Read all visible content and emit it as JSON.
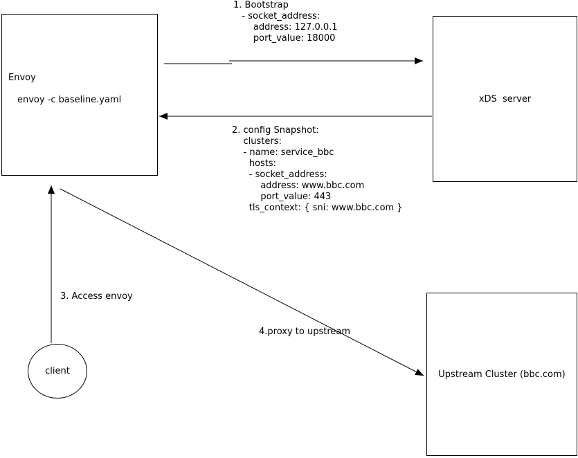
{
  "diagram": {
    "background_color": "#ffffff",
    "stroke_color": "#000000",
    "nodes": {
      "envoy": {
        "title": "Envoy",
        "command": "envoy -c baseline.yaml"
      },
      "xds_server": {
        "label": "xDS  server"
      },
      "upstream_cluster": {
        "label": "Upstream Cluster (bbc.com)"
      },
      "client": {
        "label": "client"
      }
    },
    "annotations": {
      "bootstrap": {
        "lines": [
          "1. Bootstrap",
          "   - socket_address:",
          "       address: 127.0.0.1",
          "       port_value: 18000"
        ]
      },
      "config_snapshot": {
        "lines": [
          "2. config Snapshot:",
          "    clusters:",
          "    - name: service_bbc",
          "      hosts:",
          "      - socket_address:",
          "          address: www.bbc.com",
          "          port_value: 443",
          "      tls_context: { sni: www.bbc.com }"
        ]
      },
      "access": {
        "label": "3. Access envoy"
      },
      "proxy": {
        "label": "4.proxy to upstream"
      }
    },
    "edges": [
      {
        "from": "envoy",
        "to": "xds_server",
        "annotation": "bootstrap",
        "direction": "right"
      },
      {
        "from": "xds_server",
        "to": "envoy",
        "annotation": "config_snapshot",
        "direction": "left"
      },
      {
        "from": "client",
        "to": "envoy",
        "annotation": "access",
        "direction": "up"
      },
      {
        "from": "envoy",
        "to": "upstream_cluster",
        "annotation": "proxy",
        "direction": "down-right"
      }
    ]
  }
}
